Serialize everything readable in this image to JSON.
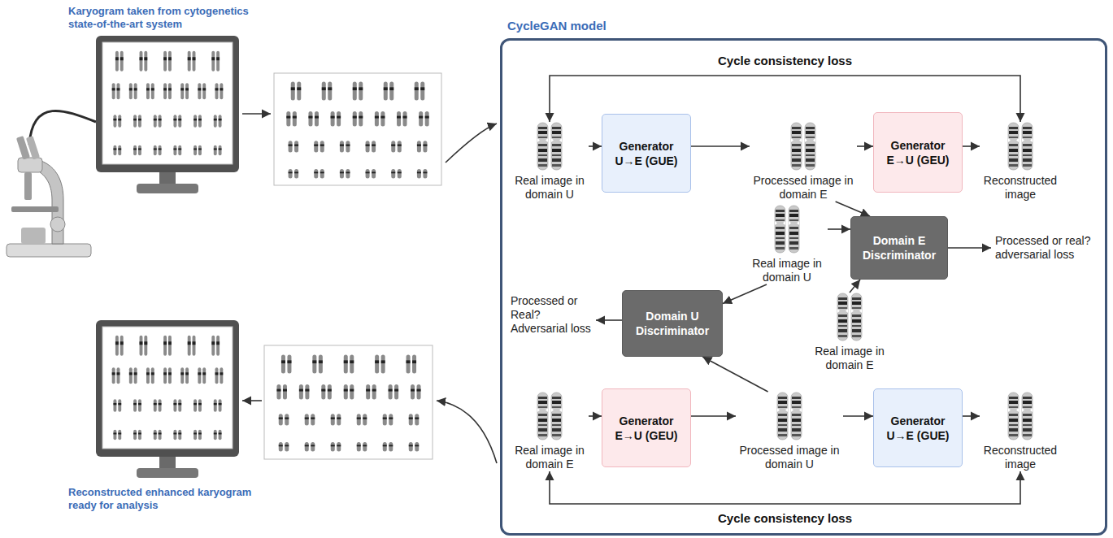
{
  "diagram": {
    "nodes": [
      {
        "text": [
          "Karyogram taken from cytogenetics state-of-the-art system"
        ]
      },
      {
        "text": [
          "CycleGAN model"
        ]
      },
      {
        "text": [
          "Real image in domain U"
        ],
        "in": 1
      },
      {
        "text": [
          "Generator U→E (GUE)"
        ],
        "in": 1
      },
      {
        "text": [
          "Processed image in domain E"
        ],
        "in": 1
      },
      {
        "text": [
          "Generator E→U (GEU)"
        ],
        "in": 1
      },
      {
        "text": [
          "Reconstructed image"
        ],
        "in": 1
      },
      {
        "text": [
          "Domain E Discriminator"
        ],
        "in": 1
      },
      {
        "text": [
          "Real image in domain U"
        ],
        "in": 1
      },
      {
        "text": [
          "Real image in domain E"
        ],
        "in": 1
      },
      {
        "text": [
          "Domain U Discriminator"
        ],
        "in": 1
      },
      {
        "text": [
          "Real image in domain E"
        ],
        "in": 1
      },
      {
        "text": [
          "Generator E→U (GEU)"
        ],
        "in": 1
      },
      {
        "text": [
          "Processed image in domain U"
        ],
        "in": 1
      },
      {
        "text": [
          "Generator U→E (GUE)"
        ],
        "in": 1
      },
      {
        "text": [
          "Reconstructed image"
        ],
        "in": 1
      },
      {
        "text": [
          "Reconstructed enhanced karyogram ready for analysis"
        ]
      }
    ],
    "edges": [
      {
        "from": 2,
        "to": 3,
        "arrow": "to"
      },
      {
        "from": 3,
        "to": 4,
        "arrow": "to"
      },
      {
        "from": 4,
        "to": 5,
        "arrow": "to"
      },
      {
        "from": 5,
        "to": 6,
        "arrow": "to"
      },
      {
        "from": 4,
        "to": 7,
        "arrow": "to"
      },
      {
        "from": 8,
        "to": 7,
        "arrow": "to"
      },
      {
        "from": 8,
        "to": 10,
        "arrow": "to"
      },
      {
        "from": 9,
        "to": 7,
        "arrow": "to"
      },
      {
        "from": 13,
        "to": 10,
        "arrow": "to"
      },
      {
        "from": 11,
        "to": 12,
        "arrow": "to"
      },
      {
        "from": 12,
        "to": 13,
        "arrow": "to"
      },
      {
        "from": 13,
        "to": 14,
        "arrow": "to"
      },
      {
        "from": 14,
        "to": 15,
        "arrow": "to"
      },
      {
        "from": 2,
        "to": 6,
        "label": "Cycle consistency loss",
        "arrow": "both"
      },
      {
        "from": 11,
        "to": 15,
        "label": "Cycle consistency loss",
        "arrow": "both"
      }
    ],
    "labels": [
      "Processed or real? adversarial loss",
      "Processed or Real? Adversarial loss"
    ]
  }
}
